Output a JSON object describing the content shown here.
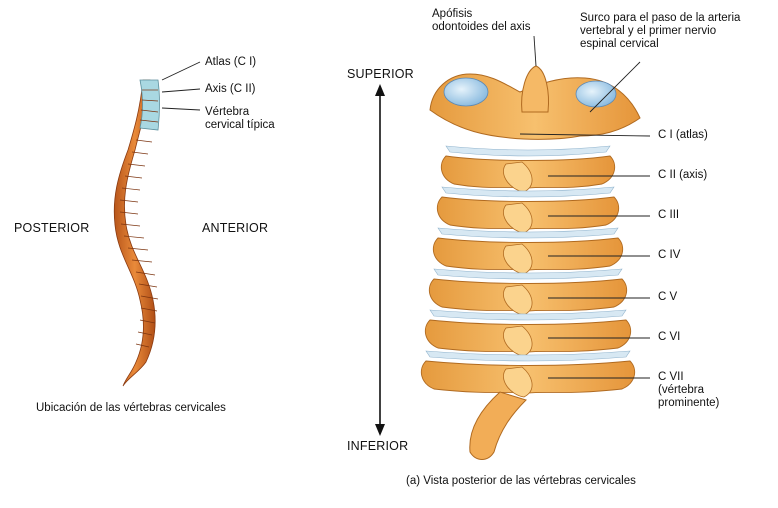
{
  "left_panel": {
    "labels": {
      "atlas": "Atlas (C I)",
      "axis": "Axis (C II)",
      "typical_line1": "Vértebra",
      "typical_line2": "cervical típica",
      "posterior": "POSTERIOR",
      "anterior": "ANTERIOR"
    },
    "caption": "Ubicación de las vértebras cervicales"
  },
  "right_panel": {
    "top_labels": {
      "odontoid_line1": "Apófisis",
      "odontoid_line2": "odontoides del axis",
      "groove_line1": "Surco para el paso de la arteria",
      "groove_line2": "vertebral y el primer nervio",
      "groove_line3": "espinal cervical"
    },
    "orientation": {
      "superior": "SUPERIOR",
      "inferior": "INFERIOR"
    },
    "vertebrae": [
      {
        "label": "C I (atlas)"
      },
      {
        "label": "C II (axis)"
      },
      {
        "label": "C III"
      },
      {
        "label": "C IV"
      },
      {
        "label": "C V"
      },
      {
        "label": "C VI"
      },
      {
        "label": "C VII",
        "sub1": "(vértebra",
        "sub2": "prominente)"
      }
    ],
    "caption": "(a) Vista posterior de las vértebras cervicales"
  },
  "colors": {
    "bone": "#f3b25c",
    "bone_dark": "#d98a2e",
    "bone_light": "#fbd79a",
    "cervical_highlight": "#a9d8e2",
    "cartilage": "#c9dff0",
    "leader": "#222222"
  }
}
